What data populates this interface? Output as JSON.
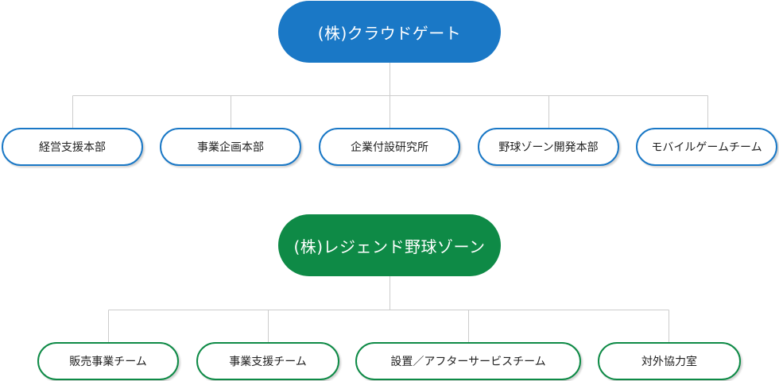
{
  "org1": {
    "name": "(株)クラウドゲート",
    "departments": [
      "経営支援本部",
      "事業企画本部",
      "企業付設研究所",
      "野球ゾーン開発本部",
      "モバイルゲームチーム"
    ]
  },
  "org2": {
    "name": "(株)レジェンド野球ゾーン",
    "departments": [
      "販売事業チーム",
      "事業支援チーム",
      "設置／アフターサービスチーム",
      "対外協力室"
    ]
  },
  "colors": {
    "org1_accent": "#1a78c6",
    "org2_accent": "#0e8a46",
    "connector": "#cccccc"
  }
}
